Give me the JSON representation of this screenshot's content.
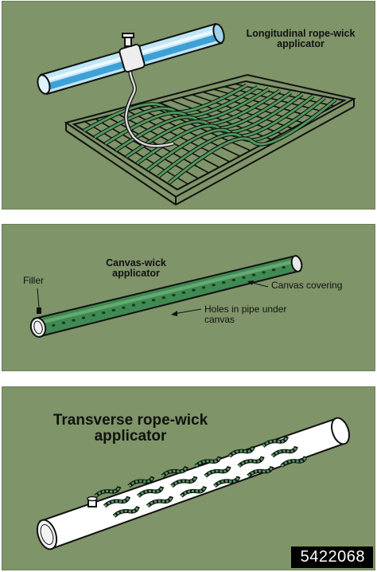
{
  "panels": [
    {
      "title": "Longitudinal rope-wick applicator"
    },
    {
      "title": "Canvas-wick applicator",
      "callouts": {
        "filler": "Filler",
        "canvas_covering": "Canvas covering",
        "holes": "Holes in pipe under canvas"
      }
    },
    {
      "title": "Transverse rope-wick applicator"
    }
  ],
  "image_id": "5422068",
  "colors": {
    "background": "#7f9468",
    "pipe_blue": "#4aa8d8",
    "canvas_green": "#3f8a52",
    "outline": "#111111"
  }
}
